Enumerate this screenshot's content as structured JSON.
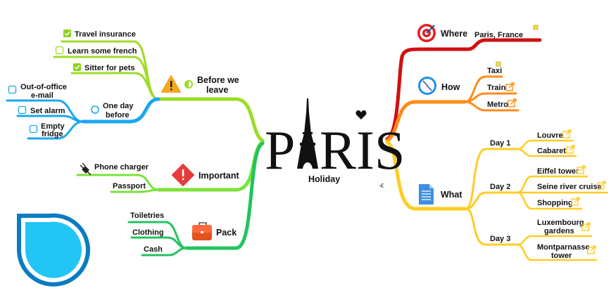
{
  "center": {
    "title": "PARIS",
    "subtitle": "Holiday",
    "currency_marker": "-€"
  },
  "colors": {
    "where": "#d01010",
    "how": "#ff8c1a",
    "what": "#ffcc22",
    "before": "#9cdc28",
    "one_day": "#1aa7ee",
    "important": "#7be33a",
    "pack": "#22c55e"
  },
  "right": {
    "where": {
      "label": "Where",
      "icon": "target-icon",
      "children": [
        "Paris, France"
      ]
    },
    "how": {
      "label": "How",
      "icon": "compass-icon",
      "children": [
        "Taxi",
        "Train",
        "Metro"
      ]
    },
    "what": {
      "label": "What",
      "icon": "document-icon",
      "days": [
        {
          "label": "Day 1",
          "items": [
            "Louvre",
            "Cabaret"
          ]
        },
        {
          "label": "Day 2",
          "items": [
            "Eiffel tower",
            "Seine river cruise",
            "Shopping"
          ]
        },
        {
          "label": "Day 3",
          "items": [
            "Luxembourg",
            "gardens",
            "Montparnasse",
            "tower"
          ]
        }
      ]
    }
  },
  "left": {
    "before": {
      "label1": "Before we",
      "label2": "leave",
      "icon": "warning-icon",
      "tasks": [
        {
          "label": "Travel insurance",
          "checked": true
        },
        {
          "label": "Learn some french",
          "checked": false
        },
        {
          "label": "Sitter for pets",
          "checked": true
        }
      ],
      "one_day": {
        "label1": "One day",
        "label2": "before",
        "tasks": [
          {
            "label1": "Out-of-office",
            "label2": "e-mail",
            "checked": false
          },
          {
            "label1": "Set alarm",
            "checked": false
          },
          {
            "label1": "Empty",
            "label2": "fridge",
            "checked": false
          }
        ]
      }
    },
    "important": {
      "label": "Important",
      "icon": "exclamation-diamond-icon",
      "children": [
        "Phone charger",
        "Passport"
      ]
    },
    "pack": {
      "label": "Pack",
      "icon": "briefcase-icon",
      "children": [
        "Toiletries",
        "Clothing",
        "Cash"
      ]
    }
  }
}
